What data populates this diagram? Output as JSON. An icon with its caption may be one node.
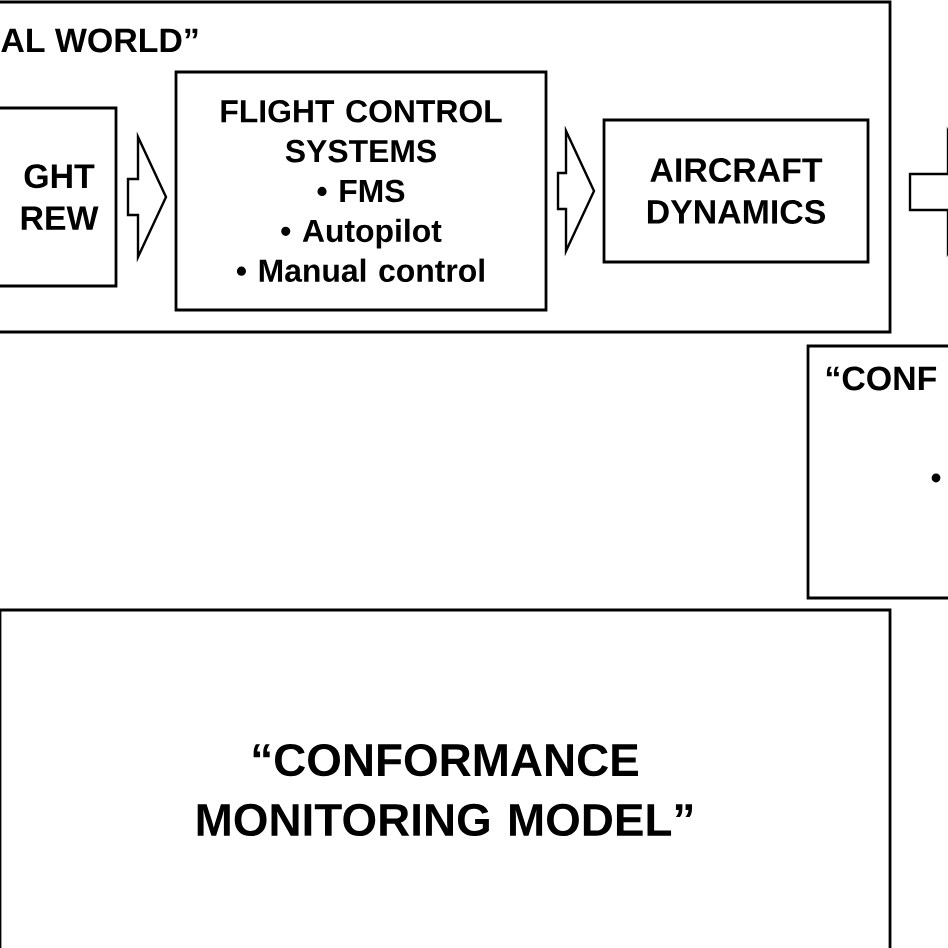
{
  "diagram": {
    "nodes": [
      {
        "text": [
          "AL WORLD”"
        ]
      },
      {
        "text": [
          "GHT REW"
        ],
        "in": 0
      },
      {
        "text": [
          "FLIGHT CONTROL SYSTEMS",
          "• FMS",
          "• Autopilot",
          "• Manual control"
        ],
        "in": 0
      },
      {
        "text": [
          "AIRCRAFT DYNAMICS"
        ],
        "in": 0
      },
      {
        "text": [
          "“CONF"
        ]
      },
      {
        "text": [
          "“CONFORMANCE MONITORING MODEL”"
        ]
      }
    ],
    "edges": [
      {
        "from": 1,
        "to": 2,
        "arrow": "to"
      },
      {
        "from": 2,
        "to": 3,
        "arrow": "to"
      },
      {
        "from": 0,
        "to": null,
        "arrow": "to"
      }
    ]
  }
}
